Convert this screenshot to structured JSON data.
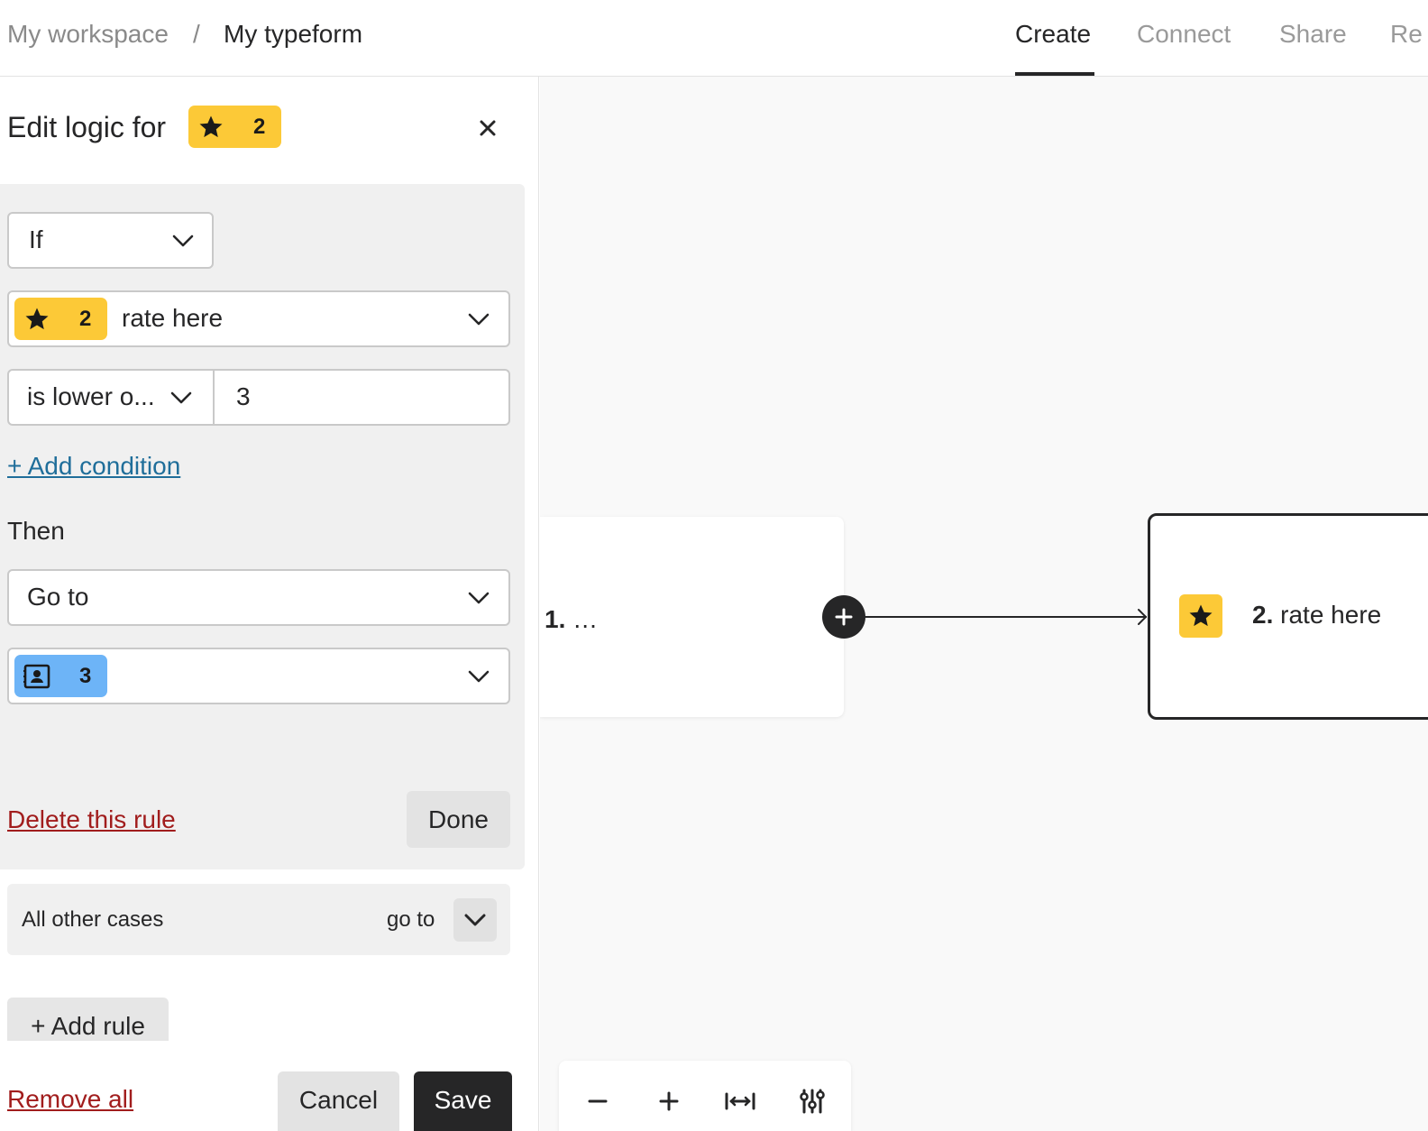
{
  "header": {
    "breadcrumb": {
      "workspace": "My workspace",
      "separator": "/",
      "form": "My typeform"
    },
    "tabs": [
      {
        "label": "Create",
        "active": true
      },
      {
        "label": "Connect",
        "active": false
      },
      {
        "label": "Share",
        "active": false
      },
      {
        "label": "Re",
        "active": false
      }
    ]
  },
  "panel": {
    "title": "Edit logic for",
    "title_badge": {
      "icon": "star-icon",
      "number": "2",
      "color": "#fcc937"
    },
    "rule": {
      "if_select": "If",
      "question_select": {
        "badge_icon": "star-icon",
        "badge_number": "2",
        "label": "rate here"
      },
      "operator_select": "is lower o...",
      "value_input": "3",
      "add_condition": "+ Add condition",
      "then_label": "Then",
      "action_select": "Go to",
      "target_select": {
        "badge_icon": "contact-card-icon",
        "badge_number": "3",
        "color": "#6db4f7"
      },
      "delete_link": "Delete this rule",
      "done_button": "Done"
    },
    "other_cases": {
      "label": "All other cases",
      "goto": "go to"
    },
    "add_rule_button": "+ Add rule",
    "remove_all_link": "Remove all",
    "cancel_button": "Cancel",
    "save_button": "Save"
  },
  "canvas": {
    "node1": {
      "label": "1. …"
    },
    "node2": {
      "number": "2.",
      "label": "rate here",
      "icon": "star-icon"
    },
    "zoom_controls": [
      "zoom-out-icon",
      "zoom-in-icon",
      "fit-width-icon",
      "settings-sliders-icon"
    ]
  }
}
